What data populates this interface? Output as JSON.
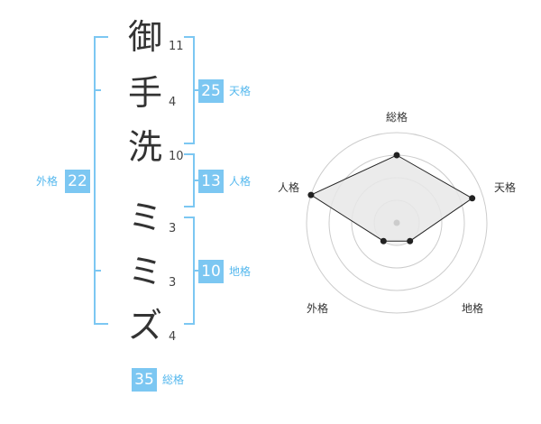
{
  "name_chars": [
    {
      "char": "御",
      "strokes": "11"
    },
    {
      "char": "手",
      "strokes": "4"
    },
    {
      "char": "洗",
      "strokes": "10"
    },
    {
      "char": "ミ",
      "strokes": "3"
    },
    {
      "char": "ミ",
      "strokes": "3"
    },
    {
      "char": "ズ",
      "strokes": "4"
    }
  ],
  "fortunes": {
    "tenkaku": {
      "value": "25",
      "label": "天格"
    },
    "jinkaku": {
      "value": "13",
      "label": "人格"
    },
    "chikaku": {
      "value": "10",
      "label": "地格"
    },
    "gaikaku": {
      "value": "22",
      "label": "外格"
    },
    "soukaku": {
      "value": "35",
      "label": "総格"
    }
  },
  "chart_data": {
    "type": "radar",
    "axes": [
      "総格",
      "天格",
      "地格",
      "外格",
      "人格"
    ],
    "rings": 4,
    "values": [
      0.75,
      0.88,
      0.25,
      0.25,
      1.0
    ],
    "colors": {
      "fill": "#e8e8e8",
      "stroke": "#222222",
      "ring": "#cccccc",
      "accent": "#7cc7f2"
    }
  }
}
